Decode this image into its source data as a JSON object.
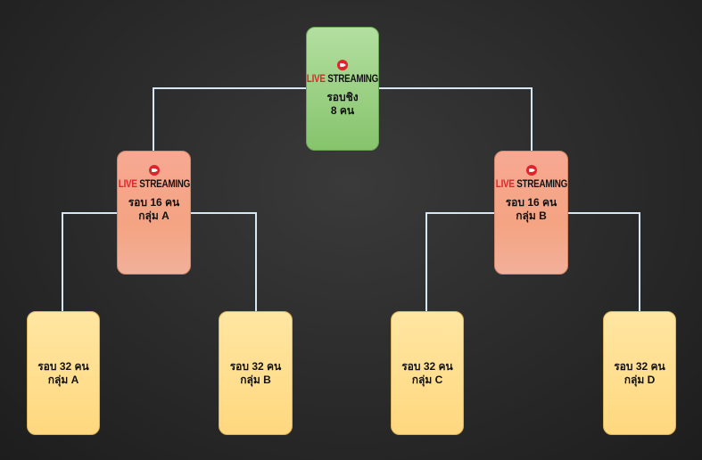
{
  "live_badge": {
    "word1": "LIVE",
    "word2": "STREAMING",
    "icon": "video-camera-icon",
    "color": "#e0242b"
  },
  "connector_color": "#d6e6f5",
  "nodes": {
    "final": {
      "line1": "รอบชิง",
      "line2": "8 คน",
      "has_live": true
    },
    "r16_a": {
      "line1": "รอบ 16 คน",
      "line2": "กลุ่ม A",
      "has_live": true
    },
    "r16_b": {
      "line1": "รอบ 16 คน",
      "line2": "กลุ่ม B",
      "has_live": true
    },
    "r32_a": {
      "line1": "รอบ 32 คน",
      "line2": "กลุ่ม A",
      "has_live": false
    },
    "r32_b": {
      "line1": "รอบ 32 คน",
      "line2": "กลุ่ม B",
      "has_live": false
    },
    "r32_c": {
      "line1": "รอบ 32 คน",
      "line2": "กลุ่ม C",
      "has_live": false
    },
    "r32_d": {
      "line1": "รอบ 32 คน",
      "line2": "กลุ่ม D",
      "has_live": false
    }
  }
}
